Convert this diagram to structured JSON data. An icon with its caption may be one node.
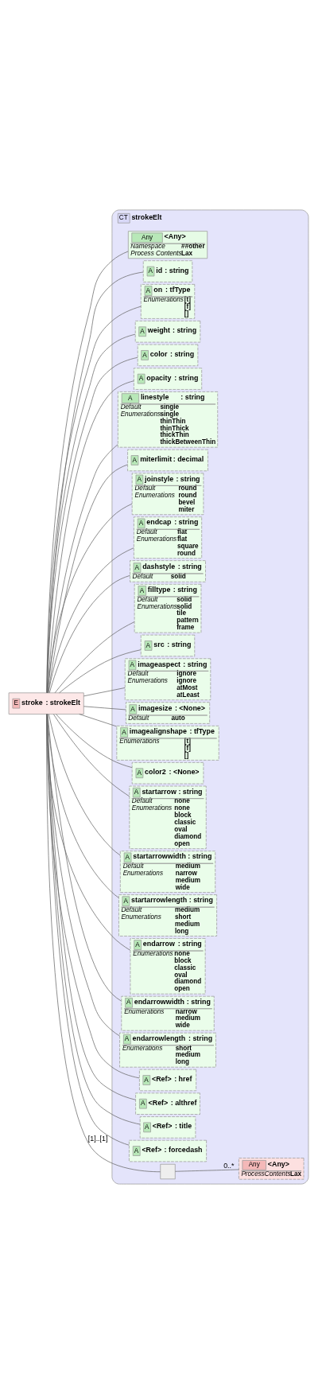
{
  "diagram": {
    "nodes": [
      {
        "text": [
          "E",
          "stroke",
          ": strokeElt"
        ]
      },
      {
        "text": [
          "CT",
          "strokeElt"
        ]
      },
      {
        "text": [
          "Any",
          "<Any>",
          "Namespace",
          "##other",
          "Process Contents",
          "Lax"
        ],
        "in": 1
      },
      {
        "text": [
          "A",
          "id",
          ": string"
        ],
        "in": 1
      },
      {
        "text": [
          "A",
          "on",
          ": tfType",
          "Enumerations",
          "[t]",
          "[f]",
          "[]"
        ],
        "in": 1
      },
      {
        "text": [
          "A",
          "weight",
          ": string"
        ],
        "in": 1
      },
      {
        "text": [
          "A",
          "color",
          ": string"
        ],
        "in": 1
      },
      {
        "text": [
          "A",
          "opacity",
          ": string"
        ],
        "in": 1
      },
      {
        "text": [
          "A",
          "linestyle",
          ": string",
          "Default",
          "single",
          "Enumerations",
          "single",
          "thinThin",
          "thinThick",
          "thickThin",
          "thickBetweenThin"
        ],
        "in": 1
      },
      {
        "text": [
          "A",
          "miterlimit",
          ": decimal"
        ],
        "in": 1
      },
      {
        "text": [
          "A",
          "joinstyle",
          ": string",
          "Default",
          "round",
          "Enumerations",
          "round",
          "bevel",
          "miter"
        ],
        "in": 1
      },
      {
        "text": [
          "A",
          "endcap",
          ": string",
          "Default",
          "flat",
          "Enumerations",
          "flat",
          "square",
          "round"
        ],
        "in": 1
      },
      {
        "text": [
          "A",
          "dashstyle",
          ": string",
          "Default",
          "solid"
        ],
        "in": 1
      },
      {
        "text": [
          "A",
          "filltype",
          ": string",
          "Default",
          "solid",
          "Enumerations",
          "solid",
          "tile",
          "pattern",
          "frame"
        ],
        "in": 1
      },
      {
        "text": [
          "A",
          "src",
          ": string"
        ],
        "in": 1
      },
      {
        "text": [
          "A",
          "imageaspect",
          ": string",
          "Default",
          "ignore",
          "Enumerations",
          "ignore",
          "atMost",
          "atLeast"
        ],
        "in": 1
      },
      {
        "text": [
          "A",
          "imagesize",
          ": <None>",
          "Default",
          "auto"
        ],
        "in": 1
      },
      {
        "text": [
          "A",
          "imagealignshape",
          ": tfType",
          "Enumerations",
          "[t]",
          "[f]",
          "[]"
        ],
        "in": 1
      },
      {
        "text": [
          "A",
          "color2",
          ": <None>"
        ],
        "in": 1
      },
      {
        "text": [
          "A",
          "startarrow",
          ": string",
          "Default",
          "none",
          "Enumerations",
          "none",
          "block",
          "classic",
          "oval",
          "diamond",
          "open"
        ],
        "in": 1
      },
      {
        "text": [
          "A",
          "startarrowwidth",
          ": string",
          "Default",
          "medium",
          "Enumerations",
          "narrow",
          "medium",
          "wide"
        ],
        "in": 1
      },
      {
        "text": [
          "A",
          "startarrowlength",
          ": string",
          "Default",
          "medium",
          "Enumerations",
          "short",
          "medium",
          "long"
        ],
        "in": 1
      },
      {
        "text": [
          "A",
          "endarrow",
          ": string",
          "Enumerations",
          "none",
          "block",
          "classic",
          "oval",
          "diamond",
          "open"
        ],
        "in": 1
      },
      {
        "text": [
          "A",
          "endarrowwidth",
          ": string",
          "Enumerations",
          "narrow",
          "medium",
          "wide"
        ],
        "in": 1
      },
      {
        "text": [
          "A",
          "endarrowlength",
          ": string",
          "Enumerations",
          "short",
          "medium",
          "long"
        ],
        "in": 1
      },
      {
        "text": [
          "A",
          "<Ref>",
          ": href"
        ],
        "in": 1
      },
      {
        "text": [
          "A",
          "<Ref>",
          ": althref"
        ],
        "in": 1
      },
      {
        "text": [
          "A",
          "<Ref>",
          ": title"
        ],
        "in": 1
      },
      {
        "text": [
          "A",
          "<Ref>",
          ": forcedash"
        ],
        "in": 1
      },
      {
        "text": [],
        "shape": "box",
        "in": 1
      },
      {
        "text": [
          "Any",
          "<Any>",
          "ProcessContents",
          "Lax"
        ],
        "in": 1
      }
    ],
    "edges": [
      {
        "from": 0,
        "to": 2,
        "arrow": "none"
      },
      {
        "from": 0,
        "to": 3,
        "arrow": "none"
      },
      {
        "from": 0,
        "to": 4,
        "arrow": "none"
      },
      {
        "from": 0,
        "to": 5,
        "arrow": "none"
      },
      {
        "from": 0,
        "to": 6,
        "arrow": "none"
      },
      {
        "from": 0,
        "to": 7,
        "arrow": "none"
      },
      {
        "from": 0,
        "to": 8,
        "arrow": "none"
      },
      {
        "from": 0,
        "to": 9,
        "arrow": "none"
      },
      {
        "from": 0,
        "to": 10,
        "arrow": "none"
      },
      {
        "from": 0,
        "to": 11,
        "arrow": "none"
      },
      {
        "from": 0,
        "to": 12,
        "arrow": "none"
      },
      {
        "from": 0,
        "to": 13,
        "arrow": "none"
      },
      {
        "from": 0,
        "to": 14,
        "arrow": "none"
      },
      {
        "from": 0,
        "to": 15,
        "arrow": "none"
      },
      {
        "from": 0,
        "to": 16,
        "arrow": "none"
      },
      {
        "from": 0,
        "to": 17,
        "arrow": "none"
      },
      {
        "from": 0,
        "to": 18,
        "arrow": "none"
      },
      {
        "from": 0,
        "to": 19,
        "arrow": "none"
      },
      {
        "from": 0,
        "to": 20,
        "arrow": "none"
      },
      {
        "from": 0,
        "to": 21,
        "arrow": "none"
      },
      {
        "from": 0,
        "to": 22,
        "arrow": "none"
      },
      {
        "from": 0,
        "to": 23,
        "arrow": "none"
      },
      {
        "from": 0,
        "to": 24,
        "arrow": "none"
      },
      {
        "from": 0,
        "to": 25,
        "arrow": "none"
      },
      {
        "from": 0,
        "to": 26,
        "arrow": "none"
      },
      {
        "from": 0,
        "to": 27,
        "arrow": "none"
      },
      {
        "from": 0,
        "to": 28,
        "arrow": "none"
      },
      {
        "from": 0,
        "to": 29,
        "arrow": "none",
        "label": "[1]..[1]"
      },
      {
        "from": 29,
        "to": 30,
        "arrow": "none",
        "label": "0..*"
      }
    ]
  }
}
